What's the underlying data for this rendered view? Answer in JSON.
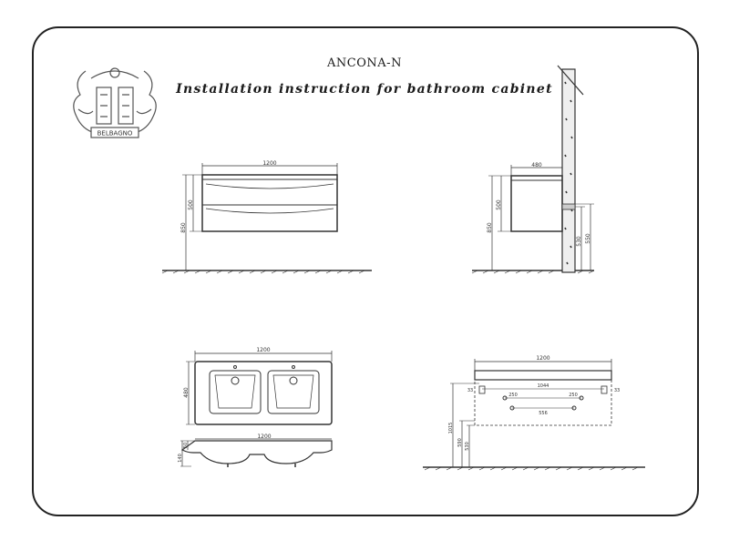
{
  "header": {
    "model": "ANCONA-N",
    "subtitle": "Installation instruction for bathroom cabinet"
  },
  "logo": {
    "text": "BELBAGNO"
  },
  "front_view": {
    "width": "1200",
    "height_cabinet": "500",
    "height_total": "850"
  },
  "side_view": {
    "depth": "480",
    "height_cabinet": "500",
    "height_total": "850",
    "height_a": "530",
    "height_b": "550"
  },
  "top_view": {
    "width": "1200",
    "depth": "480"
  },
  "section_view": {
    "width": "1200",
    "height_a": "50",
    "height_b": "140"
  },
  "wall_view": {
    "width": "1200",
    "left_margin": "33",
    "right_margin": "33",
    "left_offset": "250",
    "right_offset": "250",
    "center_span": "1044",
    "inner_span": "556",
    "height_a": "1015",
    "height_b": "590",
    "height_c": "530"
  }
}
